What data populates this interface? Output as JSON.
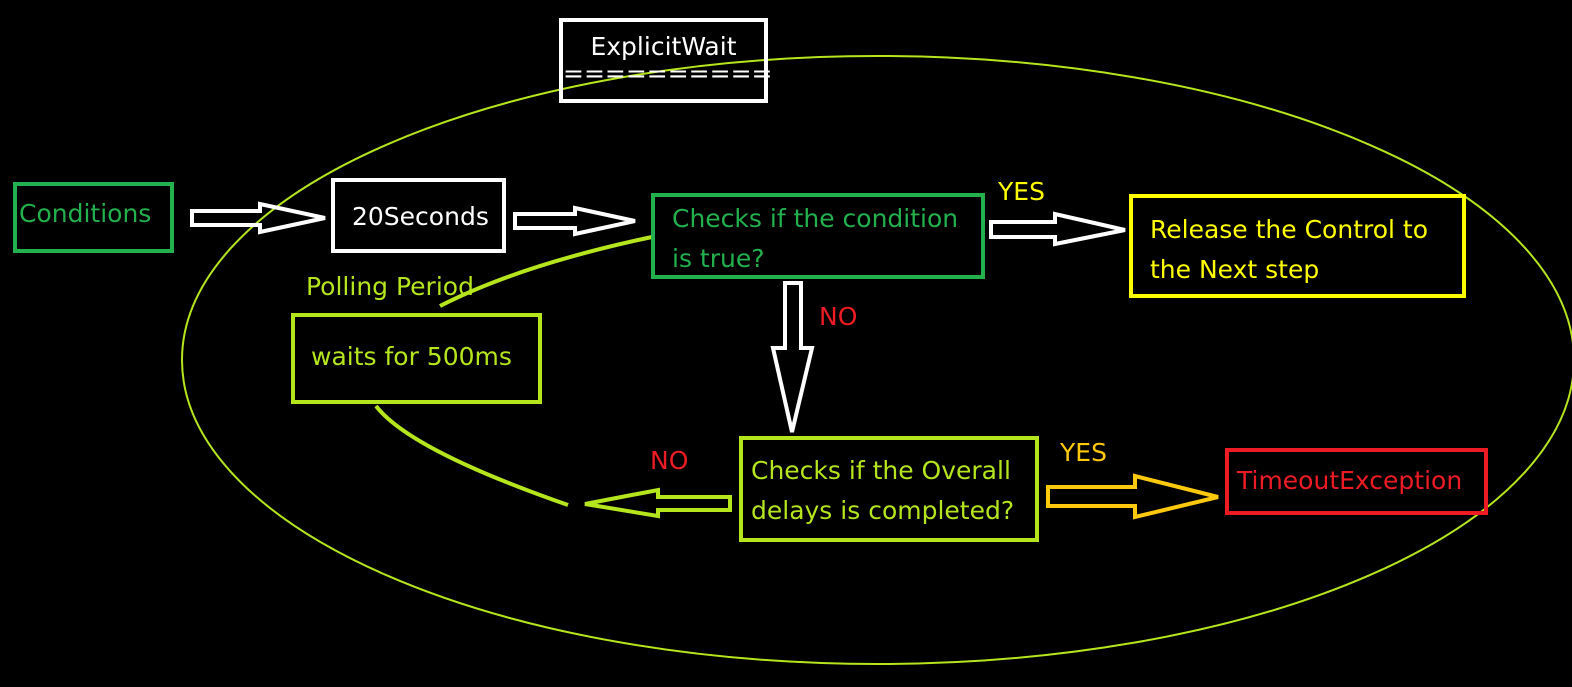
{
  "title": {
    "text": "ExplicitWait",
    "underline": "=========="
  },
  "boxes": {
    "conditions": "Conditions",
    "seconds": "20Seconds",
    "check_condition": [
      "Checks if the condition",
      "is true?"
    ],
    "release": [
      "Release the Control to",
      "the Next step"
    ],
    "waits": "waits for 500ms",
    "check_overall": [
      "Checks if the Overall",
      "delays is completed?"
    ],
    "timeout": "TimeoutException"
  },
  "labels": {
    "polling_period": "Polling Period",
    "yes_top": "YES",
    "no_down": "NO",
    "no_left": "NO",
    "yes_bottom": "YES"
  },
  "colors": {
    "background": "#000000",
    "white": "#ffffff",
    "green": "#22b14c",
    "lime": "#b5e61d",
    "yellow": "#ffff00",
    "amber": "#ffc90e",
    "red": "#ed1c24"
  }
}
